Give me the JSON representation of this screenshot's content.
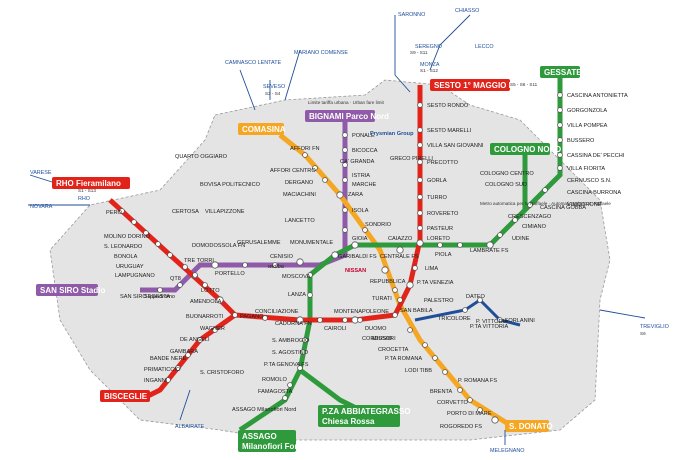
{
  "colors": {
    "m1": "#e2231a",
    "m2": "#2e9a3b",
    "m3": "#f5a623",
    "m4": "#1f4e9a",
    "m5": "#8f5aa8",
    "urban_area": "#e4e4e4",
    "station_dot": "#ffffff"
  },
  "lines": [
    {
      "id": "m1",
      "color_key": "m1"
    },
    {
      "id": "m2",
      "color_key": "m2"
    },
    {
      "id": "m3",
      "color_key": "m3"
    },
    {
      "id": "m4",
      "color_key": "m4"
    },
    {
      "id": "m5",
      "color_key": "m5"
    }
  ],
  "terminals": {
    "sesto": "SESTO 1° MAGGIO FS",
    "gessate": "GESSATE",
    "cologno": "COLOGNO NORD",
    "comasina": "COMASINA",
    "bignami": "BIGNAMI Parco Nord",
    "rho": "RHO Fieramilano",
    "sansiro": "SAN SIRO Stadio",
    "bisceglie": "BISCEGLIE",
    "assago": "ASSAGO",
    "assago2": "Milanofiori Forum",
    "abbiategrasso": "P.ZA ABBIATEGRASSO",
    "abbiategrasso2": "Chiesa Rossa",
    "sandonato": "S. DONATO"
  },
  "stations": {
    "m1_north": [
      "SESTO RONDÒ",
      "SESTO MARELLI",
      "VILLA SAN GIOVANNI",
      "PRECOTTO",
      "GORLA",
      "TURRO",
      "ROVERETO",
      "PASTEUR",
      "LORETO"
    ],
    "m1_central": [
      "LIMA",
      "P.TA VENEZIA",
      "PALESTRO",
      "SAN BABILA",
      "DUOMO",
      "CORDUSIO",
      "CAIROLI",
      "CADORNA FN",
      "CONCILIAZIONE",
      "PAGANO"
    ],
    "m1_rho": [
      "PERO",
      "MOLINO DORINO",
      "S. LEONARDO",
      "BONOLA",
      "URUGUAY",
      "LAMPUGNANO",
      "QT8",
      "LOTTO",
      "AMENDOLA",
      "BUONARROTI"
    ],
    "m1_bisceglie": [
      "WAGNER",
      "DE ANGELI",
      "GAMBARA",
      "BANDE NERE",
      "PRIMATICCIO",
      "INGANNI"
    ],
    "m2_gessate": [
      "CASCINA ANTONIETTA",
      "GORGONZOLA",
      "VILLA POMPEA",
      "BUSSERO",
      "CASSINA DE' PECCHI",
      "VILLA FIORITA",
      "CERNUSCO S.N.",
      "CASCINA BURRONA",
      "VIMODRONE",
      "CASCINA GOBBA"
    ],
    "m2_cologno": [
      "COLOGNO CENTRO",
      "COLOGNO SUD",
      "CRESCENZAGO",
      "CIMIANO",
      "UDINE",
      "LAMBRATE FS",
      "PIOLA"
    ],
    "m2_central": [
      "CAIAZZO",
      "CENTRALE FS",
      "GIOIA",
      "GARIBALDI FS",
      "MOSCOVA",
      "LANZA",
      "S. AMBROGIO",
      "S. AGOSTINO",
      "P.TA GENOVA FS",
      "ROMOLO",
      "FAMAGOSTA"
    ],
    "m2_assago": [
      "ASSAGO Milanofiori Nord"
    ],
    "m3": [
      "AFFORI FN",
      "AFFORI CENTRO",
      "DERGANO",
      "MACIACHINI",
      "ZARA",
      "SONDRIO",
      "REPUBBLICA",
      "TURATI",
      "MONTENAPOLEONE",
      "MISSORI",
      "CROCETTA",
      "P.TA ROMANA",
      "LODI TIBB",
      "BRENTA",
      "CORVETTO",
      "PORTO DI MARE",
      "ROGOREDO FS"
    ],
    "m4": [
      "TRICOLORE",
      "DATEO",
      "P. VITTORIA",
      "FORLANINI"
    ],
    "m5": [
      "PONALE",
      "BICOCCA",
      "CA' GRANDA",
      "ISTRIA",
      "MARCHE",
      "ISOLA",
      "MONUMENTALE",
      "CENISIO",
      "GERUSALEMME",
      "DOMODOSSOLA FN",
      "TRE TORRI",
      "PORTELLO",
      "SEGESTA",
      "SAN SIRO Ippodromo"
    ],
    "other": [
      "QUARTO OGGIARO",
      "BOVISA POLITECNICO",
      "CERTOSA",
      "VILLAPIZZONE",
      "LANCETTO",
      "GRECO PIRELLI",
      "P.TA VITTORIA",
      "P. ROMANA FS",
      "S. CRISTOFORO"
    ]
  },
  "external": {
    "towns": [
      "SARONNO",
      "CHIASSO",
      "SEREGNO",
      "LECCO",
      "MONZA",
      "MARIANO COMENSE",
      "CAMNASCO LENTATE",
      "SEVESO",
      "VARESE",
      "NOVARA",
      "RHO",
      "TREVIGLIO",
      "ALBAIRATE",
      "MELEGNANO"
    ],
    "rail_lines": [
      "S1 - S12",
      "S9 - S11",
      "S5 - S6 - S11",
      "S2 - S4",
      "S1 - S13",
      "S6"
    ]
  },
  "labels": {
    "urban_limit": "Limite tariffa urbana · Urban fare limit",
    "prysmian": "Prysmian Group",
    "nissan": "NISSAN",
    "widiba": "widiba",
    "cologno_info": "Metro automatica per S. Raffaele · Automatic train to S. Raffaele"
  }
}
